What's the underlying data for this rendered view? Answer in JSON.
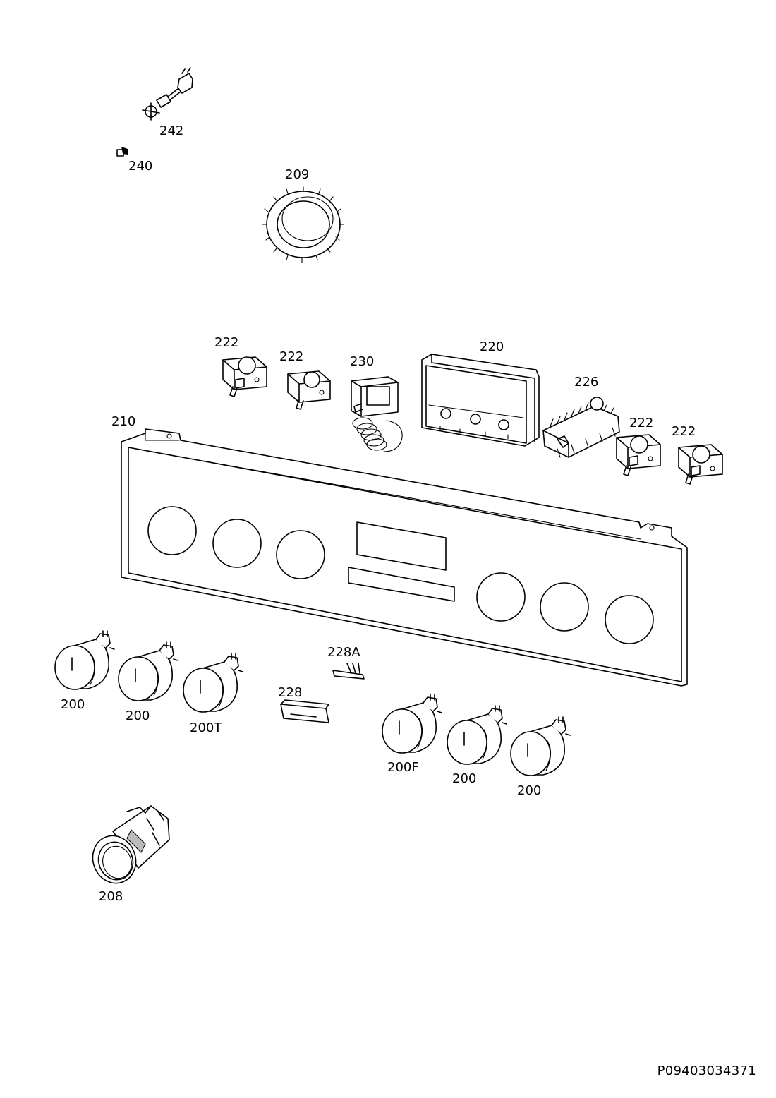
{
  "diagram": {
    "document_code": "P09403034371",
    "labels": {
      "p242": "242",
      "p240": "240",
      "p209": "209",
      "p222a": "222",
      "p222b": "222",
      "p230": "230",
      "p220": "220",
      "p226": "226",
      "p222c": "222",
      "p222d": "222",
      "p210": "210",
      "p228a": "228A",
      "p228": "228",
      "p200a": "200",
      "p200b": "200",
      "p200t": "200T",
      "p200f": "200F",
      "p200c": "200",
      "p200d": "200",
      "p208": "208"
    }
  }
}
